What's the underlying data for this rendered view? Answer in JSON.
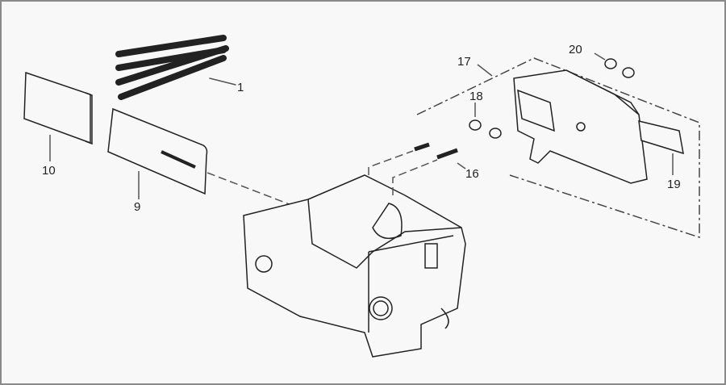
{
  "diagram": {
    "part_labels": [
      {
        "id": "p1",
        "text": "1",
        "name": "saw-chain"
      },
      {
        "id": "p9",
        "text": "9",
        "name": "guide-bar"
      },
      {
        "id": "p10",
        "text": "10",
        "name": "bar-cover"
      },
      {
        "id": "p16",
        "text": "16",
        "name": "stud-bolt"
      },
      {
        "id": "p17",
        "text": "17",
        "name": "sprocket-cover"
      },
      {
        "id": "p18",
        "text": "18",
        "name": "washer"
      },
      {
        "id": "p19",
        "text": "19",
        "name": "label"
      },
      {
        "id": "p20",
        "text": "20",
        "name": "nut"
      }
    ]
  }
}
